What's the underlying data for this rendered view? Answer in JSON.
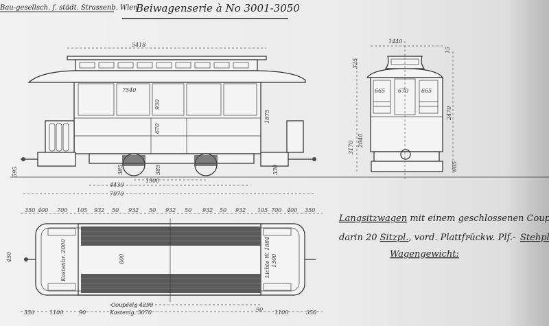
{
  "header": {
    "company": "Bau-gesellsch. f. städt. Strassenb. Wien",
    "title": "Beiwagenserie à No 3001-3050"
  },
  "side_view": {
    "dims": {
      "roof_length": "5418",
      "window_width": "7540",
      "window_height": "930",
      "panel": "670",
      "height_right": "1875",
      "platform_height": "595",
      "wheel_a": "385",
      "wheel_b": "385",
      "step": "330",
      "wheelbase": "1900",
      "body_length": "4430",
      "total_length": "7070"
    }
  },
  "end_view": {
    "dims": {
      "width": "1440",
      "roof": "325",
      "roof_top": "15",
      "window_left": "665",
      "window_center": "670",
      "window_right": "665",
      "height": "2470",
      "total_height": "3170",
      "body_height": "2840",
      "floor_height": "685"
    }
  },
  "plan_view": {
    "top_dims": [
      "350",
      "400",
      "700",
      "105",
      "932",
      "50",
      "932",
      "50",
      "932",
      "50",
      "932",
      "50",
      "932",
      "105",
      "700",
      "400",
      "350"
    ],
    "bottom_dims_left": [
      "350",
      "1100",
      "90"
    ],
    "bottom_dims_right": [
      "90",
      "1100",
      "350"
    ],
    "coupe_length": "Coupéelg 4290",
    "body_length": "Kastenlg. 5070",
    "width_label": "450",
    "center_width": "800",
    "inner_width": "1300",
    "box_width_left": "Kastenbr. 2000",
    "box_width_right": "Lichte W. 1884"
  },
  "description": {
    "line1_a": "Langsitzwagen",
    "line1_b": " mit einem ",
    "line1_c": "geschlossenen Coupée,",
    "line2_a": "darin 20 ",
    "line2_b": "Sitzpl.",
    "line2_c": ", vord. Plattf.-",
    "line2_d": "rückw. Plf.-",
    "line2_e": "Stehpl.",
    "line3": "Wagengewicht:"
  }
}
